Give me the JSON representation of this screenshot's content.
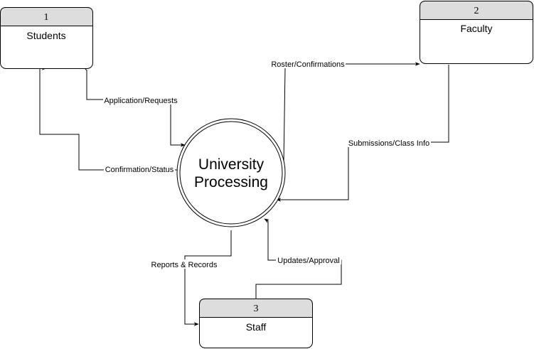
{
  "entities": {
    "students": {
      "number": "1",
      "name": "Students"
    },
    "faculty": {
      "number": "2",
      "name": "Faculty"
    },
    "staff": {
      "number": "3",
      "name": "Staff"
    }
  },
  "process": {
    "line1": "University",
    "line2": "Processing"
  },
  "flows": {
    "application_requests": "Application/Requests",
    "confirmation_status": "Confirmation/Status",
    "roster_confirmations": "Roster/Confirmations",
    "submissions_class_info": "Submissions/Class Info",
    "reports_records": "Reports & Records",
    "updates_approval": "Updates/Approval"
  }
}
